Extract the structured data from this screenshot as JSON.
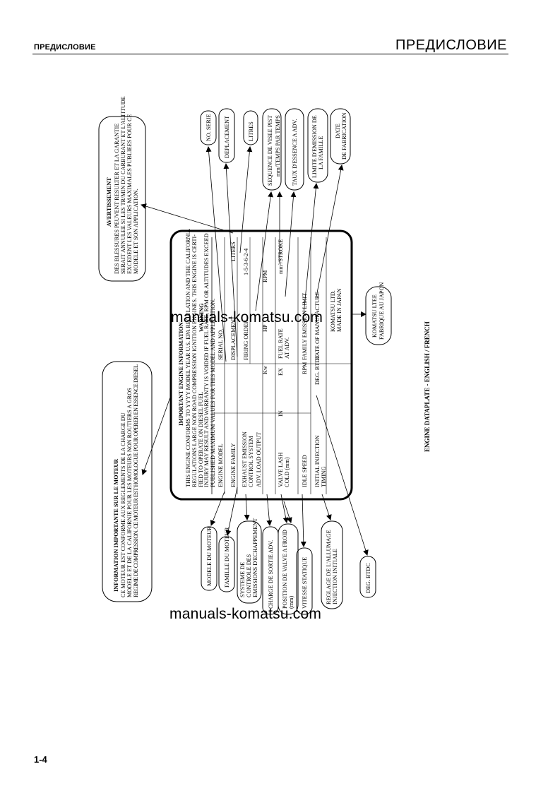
{
  "header": {
    "left": "ПРЕДИСЛОВИЕ",
    "right": "ПРЕДИСЛОВИЕ"
  },
  "page_number": "1-4",
  "watermark": "manuals-komatsu.com",
  "caption": "ENGINE DATAPLATE - ENGLISH / FRENCH",
  "top_bubbles": {
    "avertissement_title": "AVERTISSEMENT",
    "avertissement_lines": [
      "DES BLESSURES PEUVENT RESULTER ET LA GARANTIE",
      "SERAIT ANNULEE SI LES TR/MIN DU CARBURANT ET L'ALTITUDE",
      "EXCEDENT LES VALEURS MAXIMALES PUBLIEES POUR CE",
      "MODELE ET SON APPLICATION."
    ],
    "no_serie": "NO. SERIE",
    "deplacement": "DEPLACEMENT",
    "litres": "LITRES",
    "sequence": "SEQUENCE DE VISEE PIST",
    "mm_par_temps": "mm/TEMPS PAR TEMPS",
    "taux_essence": "TAUX D'ESSENCE A ADV.",
    "limite_emission": [
      "LIMITE D'EMISSION DE",
      "LA FAMILLE"
    ],
    "date_fabrication": [
      "DATE",
      "DE FABRICATION"
    ]
  },
  "bottom_bubbles": {
    "info_title": "INFORMATION IMPORTANTE SUR LE MOTEUR",
    "info_lines": [
      "CE MOTEUR EST CONFORME AUX REGLEMENTS DE LA CHARGE DU",
      "MODELE ET DE LA CALIFORNIE POUR LES MOTEURS NON ROUTIERS A GROS",
      "REGIME DE COMPRESSION. CE MOTEUR EST HOMOLOGUE POUR OPERER EN ESSENCE DIESEL"
    ],
    "modele": "MODELE DU MOTEUR",
    "famille": "FAMILLE DU MOTEUR",
    "systeme": [
      "SYSTEME DE",
      "CONTROLE DES",
      "EMISSIONS D'ECHAPPEMENT"
    ],
    "charge": "CHARGE DE SORTIE ADV.",
    "position": [
      "POSITION DE VALVE A FROID",
      "(mm)"
    ],
    "vitesse": "VITESSE STATIQUE",
    "reglage": [
      "REGLAGE DE L'ALLUMAGE",
      "INJECTION INITIALE"
    ],
    "deg_btdc": "DEG. BTDC",
    "komatsu_fr": [
      "KOMATSU LTEE",
      "FABRIQUE AU JAPON"
    ]
  },
  "plate": {
    "title": "IMPORTANT ENGINE INFORMATION",
    "intro": [
      "THIS ENGINE CONFORMS TO YYYY MODEL YEAR U.S. EPA REGULATION AND THE CALIFORNIA",
      "REGULATIONS LARGE NON ROAD COMPRESSION IGNITION ENGINES. THIS ENGINE IS CERTI-",
      "FIED TO OPERATE ON DIESEL FUEL"
    ],
    "warning_title": "WARNING",
    "warning": [
      "INJURY MAY RESULT AND WARRANTY IS VOIDED IF FUEL RATE, RPM OR ALTITUDES EXCEED",
      "PUBLISHED MAXIMUM VALUES FOR THIS MODEL AND APPLICATION."
    ],
    "r1": {
      "a": "ENGINE MODEL",
      "b": "SERIAL NO.",
      "c": ""
    },
    "r2": {
      "a": "ENGINE FAMILY",
      "b": "DISPLACEMENT",
      "c": "LITERS"
    },
    "r3": {
      "a": "EXHAUST EMISSION",
      "b": "FIRING ORDER",
      "c": "1-5-3-6-2-4"
    },
    "r3b": {
      "a": "CONTROL SYSTEM"
    },
    "r4": {
      "a": "ADV. LOAD OUTPUT",
      "b": "Kw",
      "c": "HP",
      "d": "RPM"
    },
    "r5": {
      "a": "VALVE LASH",
      "b": "IN",
      "c": "EX",
      "d": "FUEL RATE",
      "e": "mm³/STROKE"
    },
    "r5b": {
      "a": "COLD (mm)",
      "d": "AT ADV."
    },
    "r6": {
      "a": "IDLE SPEED",
      "b": "RPM",
      "c": "FAMILY EMISSION LIMIT"
    },
    "r7": {
      "a": "INITIAL INJECTION",
      "b": "DEG. BTDC",
      "c": "DATE OF MANUFACTURE"
    },
    "r7b": {
      "a": "TIMING"
    },
    "maker": [
      "KOMATSU LTD.",
      "MADE IN JAPAN"
    ]
  }
}
